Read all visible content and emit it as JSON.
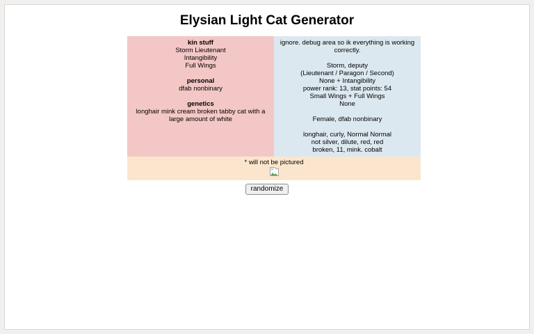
{
  "page": {
    "title": "Elysian Light Cat Generator"
  },
  "left_panel": {
    "kin": {
      "heading": "kin stuff",
      "items": [
        "Storm Lieutenant",
        "Intangibility",
        "Full Wings"
      ]
    },
    "personal": {
      "heading": "personal",
      "items": [
        "dfab nonbinary"
      ]
    },
    "genetics": {
      "heading": "genetics",
      "items": [
        "longhair mink cream broken tabby cat with a large amount of white"
      ]
    }
  },
  "right_panel": {
    "lines": [
      "ignore. debug area so ik everything is working correctly.",
      "",
      "Storm, deputy",
      "(Lieutenant / Paragon / Second)",
      "None + Intangibility",
      "power rank: 13, stat points: 54",
      "Small Wings + Full Wings",
      "None",
      "",
      "Female, dfab nonbinary",
      "",
      "longhair, curly, Normal Normal",
      "not silver, dilute, red, red",
      "broken, 11, mink. cobalt"
    ]
  },
  "footer_strip": {
    "note": "* will not be pictured",
    "icon": "broken-image-icon"
  },
  "actions": {
    "randomize_label": "randomize"
  },
  "colors": {
    "outer_bg": "#f1f0ee",
    "page_bg": "#ffffff",
    "left_panel_bg": "#f3c7c5",
    "right_panel_bg": "#dce8ef",
    "strip_bg": "#fbe6cd"
  }
}
